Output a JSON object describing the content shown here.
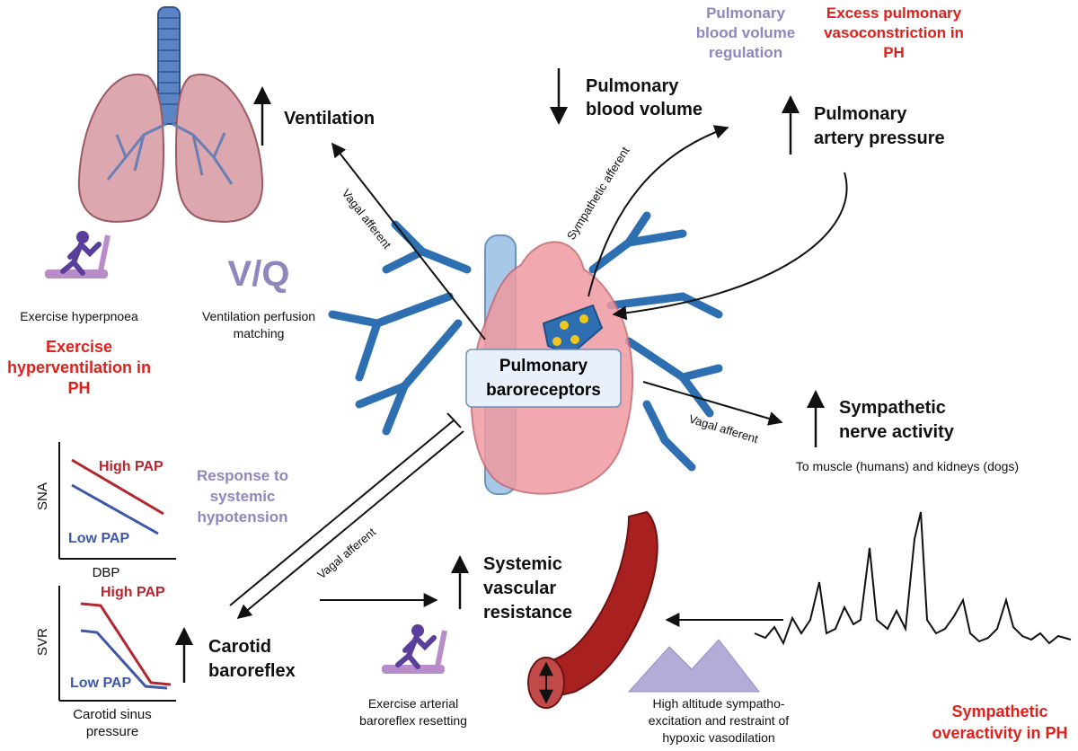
{
  "center": {
    "line1": "Pulmonary",
    "line2": "baroreceptors"
  },
  "ventilation": {
    "label": "Ventilation"
  },
  "pulmonary_blood_volume": {
    "line1": "Pulmonary",
    "line2": "blood volume"
  },
  "pulmonary_blood_volume_regulation": {
    "line1": "Pulmonary",
    "line2": "blood volume",
    "line3": "regulation"
  },
  "excess_vasoconstriction": {
    "line1": "Excess pulmonary",
    "line2": "vasoconstriction in",
    "line3": "PH"
  },
  "pulmonary_artery_pressure": {
    "line1": "Pulmonary",
    "line2": "artery pressure"
  },
  "sympathetic_nerve_activity": {
    "line1": "Sympathetic",
    "line2": "nerve activity",
    "note": "To muscle (humans) and kidneys (dogs)"
  },
  "vq": {
    "symbol": "V/Q",
    "caption_line1": "Ventilation perfusion",
    "caption_line2": "matching"
  },
  "exercise_hyperpnoea": {
    "label": "Exercise hyperpnoea"
  },
  "exercise_hyperventilation": {
    "line1": "Exercise",
    "line2": "hyperventilation in",
    "line3": "PH"
  },
  "response_systemic_hypotension": {
    "line1": "Response to",
    "line2": "systemic",
    "line3": "hypotension"
  },
  "carotid_baroreflex": {
    "line1": "Carotid",
    "line2": "baroreflex"
  },
  "systemic_vascular_resistance": {
    "line1": "Systemic",
    "line2": "vascular",
    "line3": "resistance"
  },
  "exercise_arterial": {
    "line1": "Exercise arterial",
    "line2": "baroreflex resetting"
  },
  "high_altitude": {
    "line1": "High altitude sympatho-",
    "line2": "excitation and restraint of",
    "line3": "hypoxic vasodilation"
  },
  "sympathetic_overactivity": {
    "line1": "Sympathetic",
    "line2": "overactivity in PH"
  },
  "afferents": {
    "vagal_upper_left": "Vagal afferent",
    "sympathetic_upper": "Sympathetic afferent",
    "vagal_right": "Vagal afferent",
    "vagal_lower_left": "Vagal afferent"
  },
  "sna_plot": {
    "ylabel": "SNA",
    "xlabel": "DBP",
    "high": "High PAP",
    "low": "Low PAP"
  },
  "svr_plot": {
    "ylabel": "SVR",
    "xlabel_line1": "Carotid sinus",
    "xlabel_line2": "pressure",
    "high": "High PAP",
    "low": "Low PAP"
  },
  "colors": {
    "red": "#e0201b",
    "purple": "#8f86bf",
    "high_pap": "#b3262e",
    "low_pap": "#3e58a8",
    "airway_blue": "#2d6fb0",
    "vessel_red": "#a8201f"
  }
}
